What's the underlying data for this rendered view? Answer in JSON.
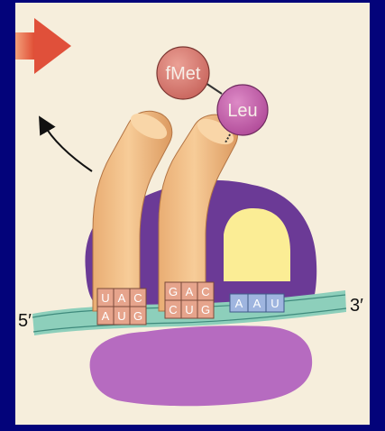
{
  "diagram": {
    "amino_acids": [
      {
        "label": "fMet",
        "color": "#d77a72"
      },
      {
        "label": "Leu",
        "color": "#c35aa8"
      }
    ],
    "mrna": {
      "five_prime": "5′",
      "three_prime": "3′",
      "codons": [
        {
          "bases": [
            "A",
            "U",
            "G"
          ],
          "color": "#e6a48c"
        },
        {
          "bases": [
            "C",
            "U",
            "G"
          ],
          "color": "#e6a48c"
        },
        {
          "bases": [
            "A",
            "A",
            "U"
          ],
          "color": "#9fb5df"
        }
      ]
    },
    "trnas": [
      {
        "anticodon": [
          "U",
          "A",
          "C"
        ],
        "color": "#f2bd86"
      },
      {
        "anticodon": [
          "G",
          "A",
          "C"
        ],
        "color": "#f2bd86"
      }
    ],
    "colors": {
      "background": "#03037a",
      "panel": "#f6eedc",
      "ribosome_large": "#6b3a96",
      "ribosome_small": "#b66bc0",
      "e_site": "#fbed95",
      "mrna": "#8dcfbb",
      "arrow": "#e8573f"
    },
    "icons": [
      "direction-arrow-icon",
      "exit-arrow-icon"
    ]
  }
}
